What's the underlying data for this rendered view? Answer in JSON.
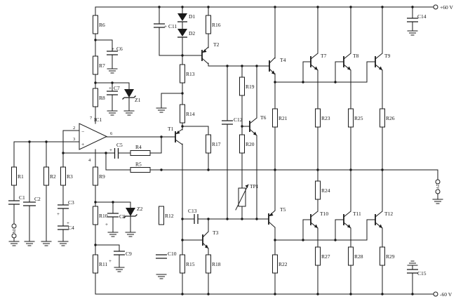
{
  "schematic": {
    "power": {
      "positive_rail": "+60 V",
      "negative_rail": "-60 V"
    },
    "terminals": {
      "input": "IN",
      "output": "2V"
    },
    "opamp": {
      "label": "IC1",
      "minus": "−",
      "plus": "+",
      "pins": {
        "inverting": "2",
        "noninverting": "3",
        "v_minus": "4",
        "output": "6",
        "v_plus": "7"
      }
    },
    "resistors": {
      "r1": "R1",
      "r2": "R2",
      "r3": "R3",
      "r4": "R4",
      "r5": "R5",
      "r6": "R6",
      "r7": "R7",
      "r8": "R8",
      "r9": "R9",
      "r10": "R10",
      "r11": "R11",
      "r12": "R12",
      "r13": "R13",
      "r14": "R14",
      "r15": "R15",
      "r16": "R16",
      "r17": "R17",
      "r18": "R18",
      "r19": "R19",
      "r20": "R20",
      "r21": "R21",
      "r22": "R22",
      "r23": "R23",
      "r24": "R24",
      "r25": "R25",
      "r26": "R26",
      "r27": "R27",
      "r28": "R28",
      "r29": "R29"
    },
    "capacitors": {
      "c1": "C1",
      "c2": "C2",
      "c3": "C3",
      "c4": "C4",
      "c5": "C5",
      "c6": "C6",
      "c7": "C7",
      "c8": "C8",
      "c9": "C9",
      "c10": "C10",
      "c11": "C11",
      "c12": "C12",
      "c13": "C13",
      "c14": "C14",
      "c15": "C15"
    },
    "diodes": {
      "d1": "D1",
      "d2": "D2"
    },
    "zeners": {
      "z1": "Z1",
      "z2": "Z2"
    },
    "transistors": {
      "t1": "T1",
      "t2": "T2",
      "t3": "T3",
      "t4": "T4",
      "t5": "T5",
      "t6": "T6",
      "t7": "T7",
      "t8": "T8",
      "t9": "T9",
      "t10": "T10",
      "t11": "T11",
      "t12": "T12"
    },
    "trimmer": {
      "tp1": "TP1"
    },
    "polarity": "+"
  }
}
